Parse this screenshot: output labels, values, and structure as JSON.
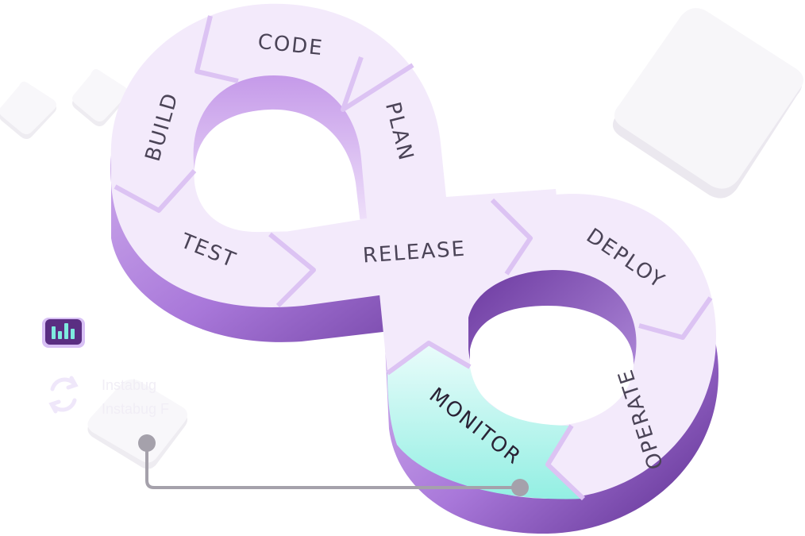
{
  "diagram": {
    "stages": [
      "CODE",
      "PLAN",
      "BUILD",
      "TEST",
      "RELEASE",
      "DEPLOY",
      "OPERATE",
      "MONITOR"
    ],
    "highlighted_stage": "MONITOR",
    "faded_text": [
      "Instabug",
      "Instabug F"
    ]
  },
  "colors": {
    "loop_top": "#f3eafb",
    "loop_side_light": "#d8b6f2",
    "loop_side_dark": "#5b2d8e",
    "monitor_fill": "#b8f3ec",
    "arrow_stroke": "#dcc3f3",
    "label_text": "#4b4457",
    "connector": "#a5a1ab",
    "accent_icon_bg": "#d8c0f5",
    "accent_icon_inner": "#5a2e82",
    "accent_icon_bars": "#7eeadf"
  },
  "icons": {
    "chart": "chart-icon",
    "sync": "sync-icon"
  }
}
